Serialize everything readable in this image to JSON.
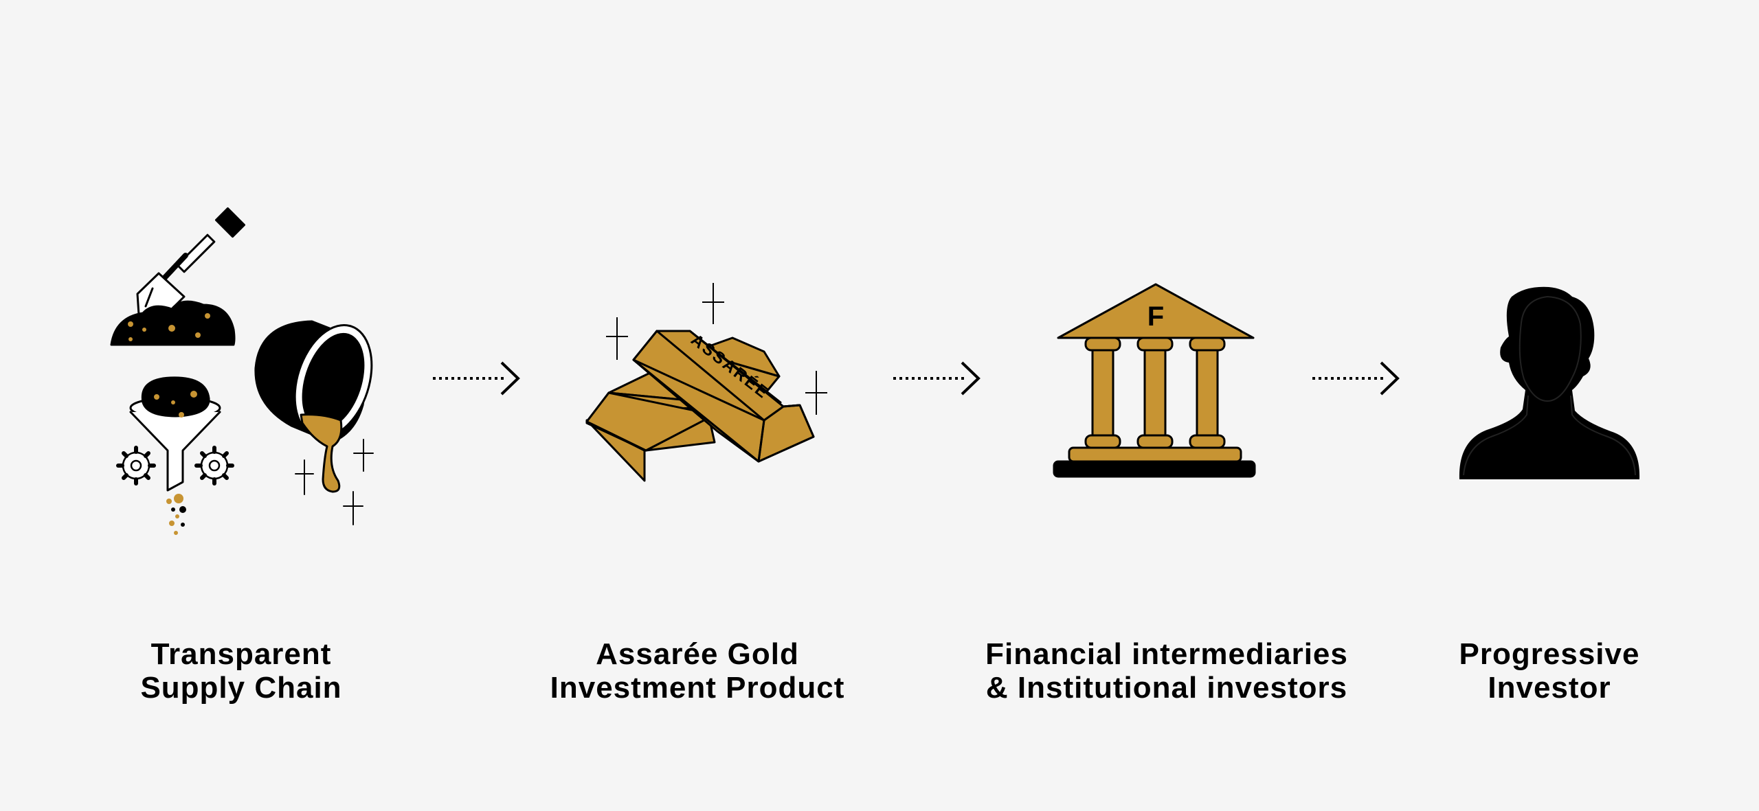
{
  "colors": {
    "gold": "#c79433",
    "ink": "#000000",
    "background": "#f5f5f5"
  },
  "steps": [
    {
      "icon": "mining-refining-icon",
      "line1": "Transparent",
      "line2": "Supply Chain"
    },
    {
      "icon": "gold-bars-icon",
      "bar_engraving": "ASSARÉE",
      "line1": "Assarée Gold",
      "line2": "Investment Product"
    },
    {
      "icon": "bank-building-icon",
      "pediment_letter": "F",
      "line1": "Financial intermediaries",
      "line2": "& Institutional investors"
    },
    {
      "icon": "person-silhouette-icon",
      "line1": "Progressive",
      "line2": "Investor"
    }
  ],
  "connectors": [
    "dotted-arrow-icon",
    "dotted-arrow-icon",
    "dotted-arrow-icon"
  ]
}
